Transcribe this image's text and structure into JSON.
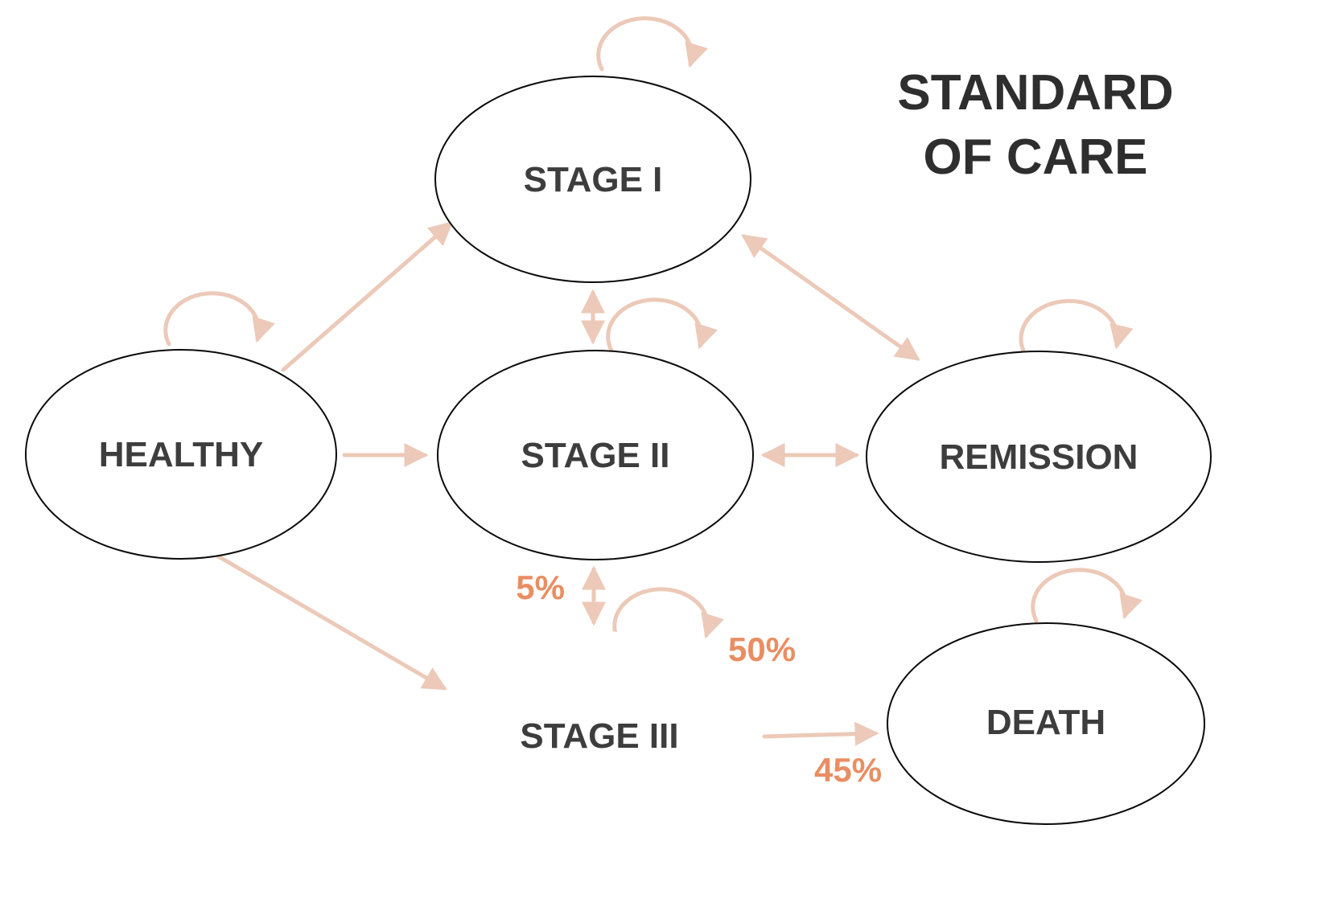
{
  "title": {
    "text": "STANDARD OF CARE",
    "line1": "STANDARD",
    "line2": "OF CARE"
  },
  "diagram": {
    "type": "state-transition-diagram",
    "nodes": [
      {
        "id": "healthy",
        "label": "HEALTHY",
        "fill": "#ffffff",
        "highlighted": false
      },
      {
        "id": "stage1",
        "label": "STAGE I",
        "fill": "#ffffff",
        "highlighted": false
      },
      {
        "id": "stage2",
        "label": "STAGE II",
        "fill": "#ffffff",
        "highlighted": false
      },
      {
        "id": "stage3",
        "label": "STAGE III",
        "fill": "#d68c6c",
        "highlighted": true
      },
      {
        "id": "remission",
        "label": "REMISSION",
        "fill": "#ffffff",
        "highlighted": false
      },
      {
        "id": "death",
        "label": "DEATH",
        "fill": "#ffffff",
        "highlighted": false
      }
    ],
    "edges": [
      {
        "from": "healthy",
        "to": "healthy",
        "type": "self-loop",
        "label": ""
      },
      {
        "from": "healthy",
        "to": "stage1",
        "type": "directed",
        "label": ""
      },
      {
        "from": "healthy",
        "to": "stage2",
        "type": "directed",
        "label": ""
      },
      {
        "from": "healthy",
        "to": "stage3",
        "type": "directed",
        "label": ""
      },
      {
        "from": "stage1",
        "to": "stage1",
        "type": "self-loop",
        "label": ""
      },
      {
        "from": "stage1",
        "to": "stage2",
        "type": "bidirectional",
        "label": ""
      },
      {
        "from": "stage1",
        "to": "remission",
        "type": "bidirectional",
        "label": ""
      },
      {
        "from": "stage2",
        "to": "stage2",
        "type": "self-loop",
        "label": ""
      },
      {
        "from": "stage2",
        "to": "remission",
        "type": "bidirectional",
        "label": ""
      },
      {
        "from": "stage2",
        "to": "stage3",
        "type": "bidirectional",
        "label": "5%"
      },
      {
        "from": "stage3",
        "to": "stage3",
        "type": "self-loop",
        "label": "50%"
      },
      {
        "from": "stage3",
        "to": "death",
        "type": "directed",
        "label": "45%"
      },
      {
        "from": "remission",
        "to": "remission",
        "type": "self-loop",
        "label": ""
      },
      {
        "from": "death",
        "to": "death",
        "type": "self-loop",
        "label": ""
      }
    ]
  },
  "colors": {
    "arrow": "#ecc9b8",
    "highlight_fill": "#d68c6c",
    "percent_text": "#e98e62",
    "node_text": "#3d3d3d",
    "title_text": "#2e2e2e",
    "node_stroke": "#0a0a0a",
    "background": "#ffffff"
  }
}
